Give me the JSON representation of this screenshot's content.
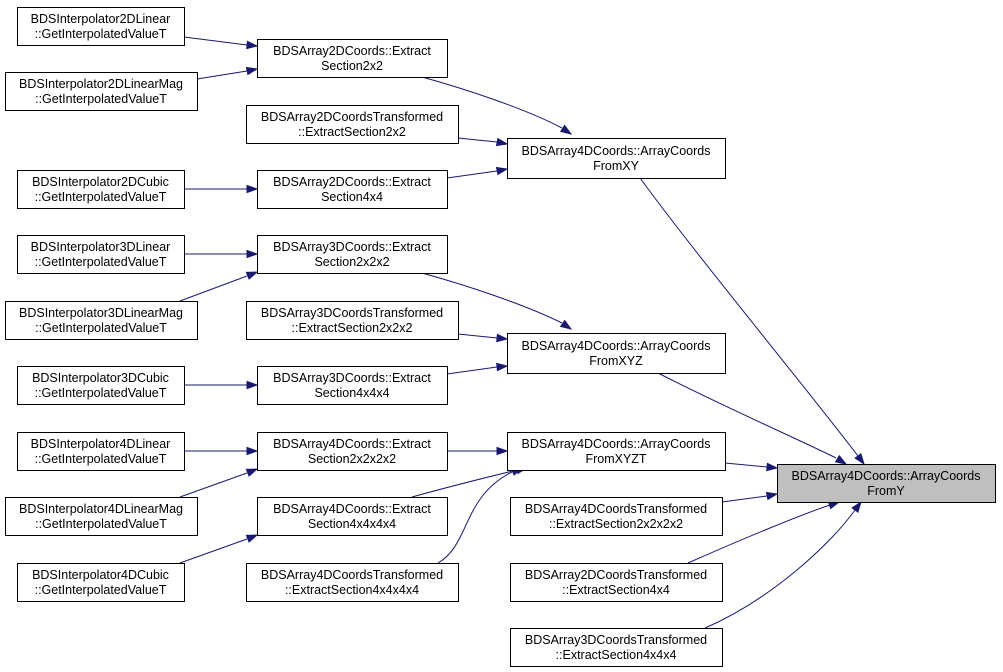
{
  "graph": {
    "nodes": {
      "n_i2dlin": [
        "BDSInterpolator2DLinear",
        "::GetInterpolatedValueT"
      ],
      "n_i2dlinmag": [
        "BDSInterpolator2DLinearMag",
        "::GetInterpolatedValueT"
      ],
      "n_i2dcub": [
        "BDSInterpolator2DCubic",
        "::GetInterpolatedValueT"
      ],
      "n_i3dlin": [
        "BDSInterpolator3DLinear",
        "::GetInterpolatedValueT"
      ],
      "n_i3dlinmag": [
        "BDSInterpolator3DLinearMag",
        "::GetInterpolatedValueT"
      ],
      "n_i3dcub": [
        "BDSInterpolator3DCubic",
        "::GetInterpolatedValueT"
      ],
      "n_i4dlin": [
        "BDSInterpolator4DLinear",
        "::GetInterpolatedValueT"
      ],
      "n_i4dlinmag": [
        "BDSInterpolator4DLinearMag",
        "::GetInterpolatedValueT"
      ],
      "n_i4dcub": [
        "BDSInterpolator4DCubic",
        "::GetInterpolatedValueT"
      ],
      "n_a2d_s2x2": [
        "BDSArray2DCoords::Extract",
        "Section2x2"
      ],
      "n_a2dt_s2x2": [
        "BDSArray2DCoordsTransformed",
        "::ExtractSection2x2"
      ],
      "n_a2d_s4x4": [
        "BDSArray2DCoords::Extract",
        "Section4x4"
      ],
      "n_a3d_s2": [
        "BDSArray3DCoords::Extract",
        "Section2x2x2"
      ],
      "n_a3dt_s2": [
        "BDSArray3DCoordsTransformed",
        "::ExtractSection2x2x2"
      ],
      "n_a3d_s4": [
        "BDSArray3DCoords::Extract",
        "Section4x4x4"
      ],
      "n_a4d_s2": [
        "BDSArray4DCoords::Extract",
        "Section2x2x2x2"
      ],
      "n_a4d_s4": [
        "BDSArray4DCoords::Extract",
        "Section4x4x4x4"
      ],
      "n_a4dt_s4": [
        "BDSArray4DCoordsTransformed",
        "::ExtractSection4x4x4x4"
      ],
      "n_acxy": [
        "BDSArray4DCoords::ArrayCoords",
        "FromXY"
      ],
      "n_acxyz": [
        "BDSArray4DCoords::ArrayCoords",
        "FromXYZ"
      ],
      "n_acxyzt": [
        "BDSArray4DCoords::ArrayCoords",
        "FromXYZT"
      ],
      "n_a4dt_s2": [
        "BDSArray4DCoordsTransformed",
        "::ExtractSection2x2x2x2"
      ],
      "n_a2dt_s4x4": [
        "BDSArray2DCoordsTransformed",
        "::ExtractSection4x4"
      ],
      "n_a3dt_s4": [
        "BDSArray3DCoordsTransformed",
        "::ExtractSection4x4x4"
      ],
      "n_focus": [
        "BDSArray4DCoords::ArrayCoords",
        "FromY"
      ]
    },
    "edges": [
      [
        "n_i2dlin",
        "n_a2d_s2x2"
      ],
      [
        "n_i2dlinmag",
        "n_a2d_s2x2"
      ],
      [
        "n_i2dcub",
        "n_a2d_s4x4"
      ],
      [
        "n_a2d_s2x2",
        "n_acxy"
      ],
      [
        "n_a2dt_s2x2",
        "n_acxy"
      ],
      [
        "n_a2d_s4x4",
        "n_acxy"
      ],
      [
        "n_i3dlin",
        "n_a3d_s2"
      ],
      [
        "n_i3dlinmag",
        "n_a3d_s2"
      ],
      [
        "n_i3dcub",
        "n_a3d_s4"
      ],
      [
        "n_a3d_s2",
        "n_acxyz"
      ],
      [
        "n_a3dt_s2",
        "n_acxyz"
      ],
      [
        "n_a3d_s4",
        "n_acxyz"
      ],
      [
        "n_i4dlin",
        "n_a4d_s2"
      ],
      [
        "n_i4dlinmag",
        "n_a4d_s2"
      ],
      [
        "n_i4dcub",
        "n_a4d_s4"
      ],
      [
        "n_a4d_s2",
        "n_acxyzt"
      ],
      [
        "n_a4d_s4",
        "n_acxyzt"
      ],
      [
        "n_a4dt_s4",
        "n_acxyzt"
      ],
      [
        "n_acxy",
        "n_focus"
      ],
      [
        "n_acxyz",
        "n_focus"
      ],
      [
        "n_acxyzt",
        "n_focus"
      ],
      [
        "n_a4dt_s2",
        "n_focus"
      ],
      [
        "n_a2dt_s4x4",
        "n_focus"
      ],
      [
        "n_a3dt_s4",
        "n_focus"
      ]
    ]
  },
  "colors": {
    "edge": "#191970",
    "node_border": "#000000",
    "node_fill": "#ffffff",
    "focus_fill": "#bfbfbf"
  }
}
